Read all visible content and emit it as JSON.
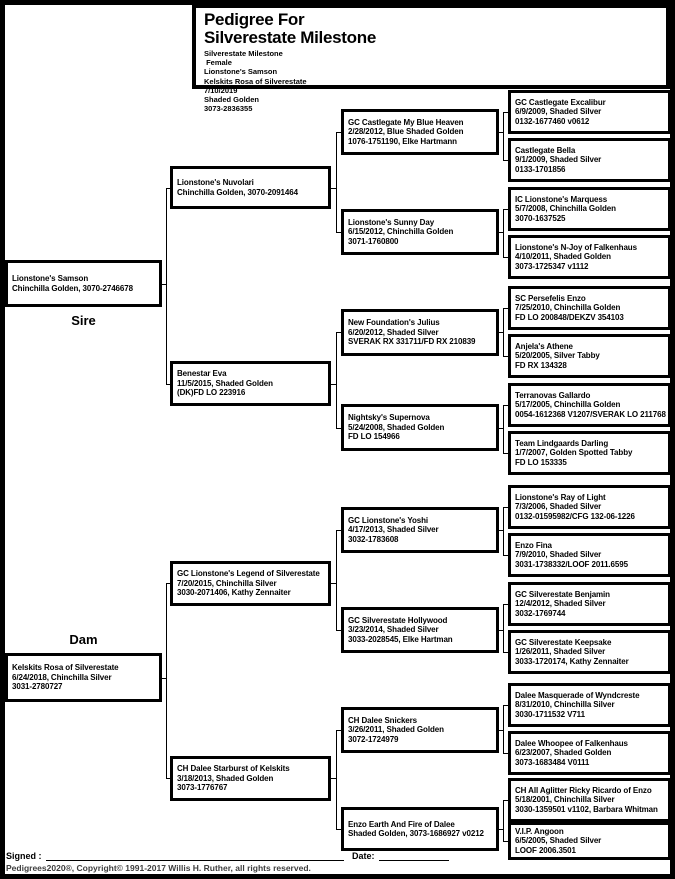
{
  "header": {
    "title_line1": "Pedigree For",
    "title_line2": "Silverestate Milestone",
    "details": [
      "Silverestate Milestone",
      " Female",
      "Lionstone's Samson",
      "Kelskits Rosa of Silverestate",
      "7/10/2019",
      "Shaded Golden",
      "3073-2836355"
    ]
  },
  "labels": {
    "sire": "Sire",
    "dam": "Dam"
  },
  "pedigree": {
    "gen1": [
      {
        "lines": [
          "Lionstone's Samson",
          "Chinchilla Golden, 3070-2746678"
        ]
      },
      {
        "lines": [
          "Kelskits Rosa of Silverestate",
          "6/24/2018, Chinchilla Silver",
          "3031-2780727"
        ]
      }
    ],
    "gen2": [
      {
        "lines": [
          "Lionstone's Nuvolari",
          "Chinchilla Golden, 3070-2091464"
        ]
      },
      {
        "lines": [
          "Benestar Eva",
          "11/5/2015, Shaded Golden",
          "(DK)FD LO 223916"
        ]
      },
      {
        "lines": [
          "GC Lionstone's Legend of Silverestate",
          "7/20/2015, Chinchilla Silver",
          "3030-2071406, Kathy Zennaiter"
        ]
      },
      {
        "lines": [
          "CH Dalee Starburst of Kelskits",
          "3/18/2013, Shaded Golden",
          "3073-1776767"
        ]
      }
    ],
    "gen3": [
      {
        "lines": [
          "GC Castlegate My Blue Heaven",
          "2/28/2012, Blue Shaded Golden",
          "1076-1751190, Elke Hartmann"
        ]
      },
      {
        "lines": [
          "Lionstone's Sunny Day",
          "6/15/2012, Chinchilla Golden",
          "3071-1760800"
        ]
      },
      {
        "lines": [
          "New Foundation's Julius",
          "6/20/2012, Shaded Silver",
          "SVERAK RX 331711/FD RX 210839"
        ]
      },
      {
        "lines": [
          "Nightsky's Supernova",
          "5/24/2008, Shaded Golden",
          "FD LO 154966"
        ]
      },
      {
        "lines": [
          "GC Lionstone's Yoshi",
          "4/17/2013, Shaded Silver",
          "3032-1783608"
        ]
      },
      {
        "lines": [
          "GC Silverestate Hollywood",
          "3/23/2014, Shaded Silver",
          "3033-2028545, Elke Hartman"
        ]
      },
      {
        "lines": [
          "CH Dalee Snickers",
          "3/26/2011, Shaded Golden",
          "3072-1724979"
        ]
      },
      {
        "lines": [
          "Enzo Earth And Fire of Dalee",
          "Shaded Golden, 3073-1686927 v0212"
        ]
      }
    ],
    "gen4": [
      {
        "lines": [
          "GC Castlegate Excalibur",
          "6/9/2009, Shaded Silver",
          "0132-1677460 v0612"
        ]
      },
      {
        "lines": [
          "Castlegate Bella",
          "9/1/2009, Shaded Silver",
          "0133-1701856"
        ]
      },
      {
        "lines": [
          "IC Lionstone's Marquess",
          "5/7/2008, Chinchilla Golden",
          "3070-1637525"
        ]
      },
      {
        "lines": [
          "Lionstone's N-Joy of Falkenhaus",
          "4/10/2011, Shaded Golden",
          "3073-1725347 v1112"
        ]
      },
      {
        "lines": [
          "SC Persefelis Enzo",
          "7/25/2010, Chinchilla Golden",
          "FD LO 200848/DEKZV 354103"
        ]
      },
      {
        "lines": [
          "Anjela's Athene",
          "5/20/2005, Silver Tabby",
          "FD RX 134328"
        ]
      },
      {
        "lines": [
          "Terranovas Gallardo",
          "5/17/2005, Chinchilla Golden",
          "0054-1612368 V1207/SVERAK LO 211768"
        ]
      },
      {
        "lines": [
          "Team Lindgaards Darling",
          "1/7/2007, Golden Spotted Tabby",
          "FD LO 153335"
        ]
      },
      {
        "lines": [
          "Lionstone's Ray of Light",
          "7/3/2006, Shaded Silver",
          "0132-01595982/CFG 132-06-1226"
        ]
      },
      {
        "lines": [
          "Enzo Fina",
          "7/9/2010, Shaded Silver",
          "3031-1738332/LOOF 2011.6595"
        ]
      },
      {
        "lines": [
          "GC Silverestate Benjamin",
          "12/4/2012, Shaded Silver",
          "3032-1769744"
        ]
      },
      {
        "lines": [
          "GC Silverestate Keepsake",
          "1/26/2011, Shaded Silver",
          "3033-1720174, Kathy Zennaiter"
        ]
      },
      {
        "lines": [
          "Dalee Masquerade of Wyndcreste",
          "8/31/2010, Chinchilla Silver",
          "3030-1711532 V711"
        ]
      },
      {
        "lines": [
          "Dalee Whoopee of Falkenhaus",
          "6/23/2007, Shaded Golden",
          "3073-1683484 V0111"
        ]
      },
      {
        "lines": [
          "CH All Aglitter Ricky Ricardo of Enzo",
          "5/18/2001, Chinchilla Silver",
          "3030-1359501 v1102, Barbara Whitman"
        ]
      },
      {
        "lines": [
          "V.I.P. Angoon",
          "6/5/2005, Shaded Silver",
          "LOOF 2006.3501"
        ]
      }
    ]
  },
  "footer": {
    "signed_label": "Signed :",
    "date_label": "Date:",
    "copyright": "Pedigrees2020®, Copyright© 1991-2017 Willis H. Ruther, all rights reserved."
  },
  "colors": {
    "ink": "#000000",
    "paper": "#ffffff",
    "copyright_gray": "#3d3d3d"
  }
}
